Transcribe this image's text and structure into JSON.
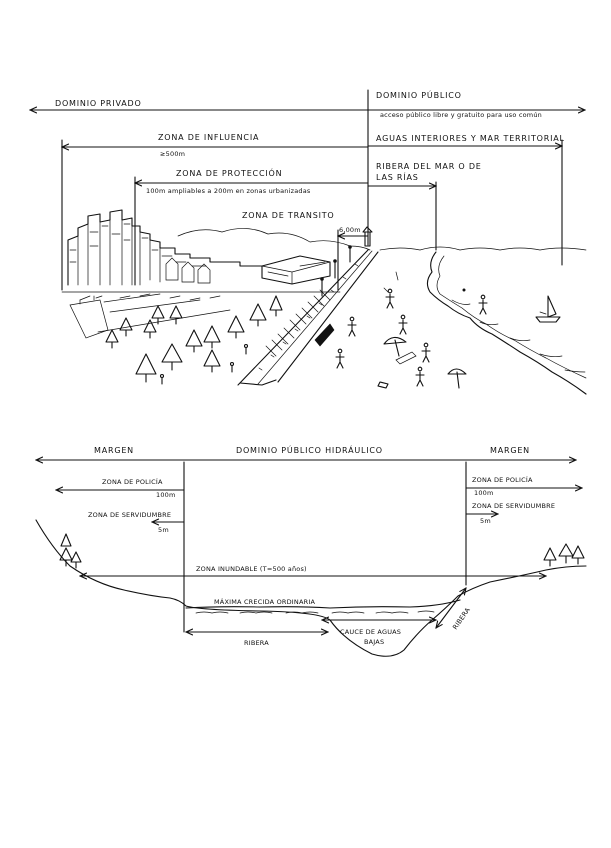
{
  "coastal": {
    "dominio_privado": "DOMINIO PRIVADO",
    "dominio_publico": "DOMINIO PÚBLICO",
    "acceso_publico": "acceso público libre y gratuito para uso común",
    "zona_influencia": "ZONA DE INFLUENCIA",
    "zona_influencia_dist": "≥500m",
    "aguas_interiores": "AGUAS INTERIORES Y MAR TERRITORIAL",
    "ribera_mar_line1": "RIBERA DEL MAR O DE",
    "ribera_mar_line2": "LAS RÍAS",
    "zona_proteccion": "ZONA DE PROTECCIÓN",
    "zona_proteccion_note": "100m ampliables a 200m en zonas urbanizadas",
    "zona_transito": "ZONA DE TRANSITO",
    "zona_transito_dist": "6,00m"
  },
  "river": {
    "margen_left": "MARGEN",
    "margen_right": "MARGEN",
    "dominio_hidraulico": "DOMINIO PÚBLICO HIDRÁULICO",
    "zona_policia_left": "ZONA DE POLICÍA",
    "zona_policia_left_dist": "100m",
    "zona_policia_right": "ZONA DE POLICÍA",
    "zona_policia_right_dist": "100m",
    "zona_servidumbre_left": "ZONA DE SERVIDUMBRE",
    "zona_servidumbre_left_dist": "5m",
    "zona_servidumbre_right": "ZONA DE SERVIDUMBRE",
    "zona_servidumbre_right_dist": "5m",
    "zona_inundable": "ZONA INUNDABLE (T=500 años)",
    "maxima_crecida": "MÁXIMA CRECIDA ORDINARIA",
    "ribera_left": "RIBERA",
    "ribera_right": "RIBERA",
    "cauce_line1": "CAUCE DE AGUAS",
    "cauce_line2": "BAJAS"
  }
}
